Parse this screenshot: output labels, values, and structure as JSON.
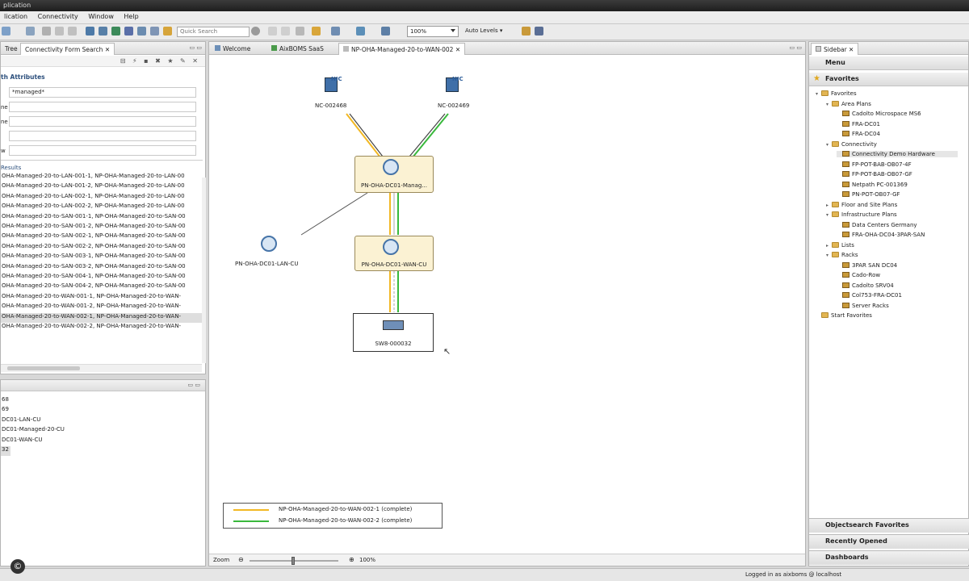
{
  "window": {
    "title": "plication"
  },
  "menu": [
    "lication",
    "Connectivity",
    "Window",
    "Help"
  ],
  "toolbar": {
    "quick_search": "Quick Search",
    "zoom": "100%",
    "auto_levels": "Auto Levels"
  },
  "left_panel": {
    "tabs": [
      "Tree",
      "Connectivity Form Search"
    ],
    "attributes_heading": "th Attributes",
    "field_labels": [
      "ne",
      "ne",
      "w"
    ],
    "fields": [
      "*managed*",
      "",
      "",
      "",
      ""
    ],
    "results_heading": "Results",
    "results": [
      "OHA-Managed-20-to-LAN-001-1, NP-OHA-Managed-20-to-LAN-00",
      "OHA-Managed-20-to-LAN-001-2, NP-OHA-Managed-20-to-LAN-00",
      "OHA-Managed-20-to-LAN-002-1, NP-OHA-Managed-20-to-LAN-00",
      "OHA-Managed-20-to-LAN-002-2, NP-OHA-Managed-20-to-LAN-00",
      "OHA-Managed-20-to-SAN-001-1, NP-OHA-Managed-20-to-SAN-00",
      "OHA-Managed-20-to-SAN-001-2, NP-OHA-Managed-20-to-SAN-00",
      "OHA-Managed-20-to-SAN-002-1, NP-OHA-Managed-20-to-SAN-00",
      "OHA-Managed-20-to-SAN-002-2, NP-OHA-Managed-20-to-SAN-00",
      "OHA-Managed-20-to-SAN-003-1, NP-OHA-Managed-20-to-SAN-00",
      "OHA-Managed-20-to-SAN-003-2, NP-OHA-Managed-20-to-SAN-00",
      "OHA-Managed-20-to-SAN-004-1, NP-OHA-Managed-20-to-SAN-00",
      "OHA-Managed-20-to-SAN-004-2, NP-OHA-Managed-20-to-SAN-00",
      "OHA-Managed-20-to-WAN-001-1, NP-OHA-Managed-20-to-WAN-",
      "OHA-Managed-20-to-WAN-001-2, NP-OHA-Managed-20-to-WAN-",
      "OHA-Managed-20-to-WAN-002-1, NP-OHA-Managed-20-to-WAN-",
      "OHA-Managed-20-to-WAN-002-2, NP-OHA-Managed-20-to-WAN-"
    ],
    "selected_result": 14
  },
  "bottom_left": {
    "items": [
      "68",
      "69",
      "DC01-LAN-CU",
      "DC01-Managed-20-CU",
      "DC01-WAN-CU",
      "32"
    ]
  },
  "editor": {
    "tabs": [
      "Welcome",
      "AixBOMS SaaS",
      "NP-OHA-Managed-20-to-WAN-002"
    ],
    "nodes": {
      "nic1_badge": "NIC",
      "nic1": "NC-002468",
      "nic2_badge": "NIC",
      "nic2": "NC-002469",
      "managed": "PN-OHA-DC01-Manag...",
      "wan": "PN-OHA-DC01-WAN-CU",
      "lan": "PN-OHA-DC01-LAN-CU",
      "switch": "SW8-000032"
    },
    "legend": [
      {
        "label": "NP-OHA-Managed-20-to-WAN-002-1 (complete)",
        "color": "#f2b824"
      },
      {
        "label": "NP-OHA-Managed-20-to-WAN-002-2 (complete)",
        "color": "#39b83c"
      }
    ],
    "zoom_label": "Zoom",
    "zoom_value": "100%",
    "zoom_level": 0.5
  },
  "sidebar": {
    "tab": "Sidebar",
    "menu": "Menu",
    "favorites_heading": "Favorites",
    "tree": [
      {
        "label": "Favorites",
        "level": 0,
        "kind": "folder",
        "tw": "▾"
      },
      {
        "label": "Area Plans",
        "level": 1,
        "kind": "folder",
        "tw": "▾"
      },
      {
        "label": "Cadolto Microspace MS6",
        "level": 2,
        "kind": "leaf",
        "tw": ""
      },
      {
        "label": "FRA-DC01",
        "level": 2,
        "kind": "leaf",
        "tw": ""
      },
      {
        "label": "FRA-DC04",
        "level": 2,
        "kind": "leaf",
        "tw": ""
      },
      {
        "label": "Connectivity",
        "level": 1,
        "kind": "folder",
        "tw": "▾"
      },
      {
        "label": "Connectivity Demo Hardware",
        "level": 2,
        "kind": "leaf",
        "tw": ""
      },
      {
        "label": "FP-POT-BAB-OB07-4F",
        "level": 2,
        "kind": "leaf",
        "tw": ""
      },
      {
        "label": "FP-POT-BAB-OB07-GF",
        "level": 2,
        "kind": "leaf",
        "tw": ""
      },
      {
        "label": "Netpath PC-001369",
        "level": 2,
        "kind": "leaf",
        "tw": ""
      },
      {
        "label": "PN-POT-OB07-GF",
        "level": 2,
        "kind": "leaf",
        "tw": ""
      },
      {
        "label": "Floor and Site Plans",
        "level": 1,
        "kind": "folder",
        "tw": "▸"
      },
      {
        "label": "Infrastructure Plans",
        "level": 1,
        "kind": "folder",
        "tw": "▾"
      },
      {
        "label": "Data Centers Germany",
        "level": 2,
        "kind": "leaf",
        "tw": ""
      },
      {
        "label": "FRA-OHA-DC04-3PAR-SAN",
        "level": 2,
        "kind": "leaf",
        "tw": ""
      },
      {
        "label": "Lists",
        "level": 1,
        "kind": "folder",
        "tw": "▸"
      },
      {
        "label": "Racks",
        "level": 1,
        "kind": "folder",
        "tw": "▾"
      },
      {
        "label": "3PAR SAN DC04",
        "level": 2,
        "kind": "leaf",
        "tw": ""
      },
      {
        "label": "Cado-Row",
        "level": 2,
        "kind": "leaf",
        "tw": ""
      },
      {
        "label": "Cadolto SRV04",
        "level": 2,
        "kind": "leaf",
        "tw": ""
      },
      {
        "label": "Col753-FRA-DC01",
        "level": 2,
        "kind": "leaf",
        "tw": ""
      },
      {
        "label": "Server Racks",
        "level": 2,
        "kind": "leaf",
        "tw": ""
      },
      {
        "label": "Start Favorites",
        "level": 0,
        "kind": "folder",
        "tw": ""
      }
    ],
    "selected_index": 6,
    "sections": [
      "Objectsearch Favorites",
      "Recently Opened",
      "Dashboards"
    ]
  },
  "status": {
    "login": "Logged in as aixboms @ localhost"
  },
  "colors": {
    "yellow_path": "#f2b824",
    "green_path": "#39b83c",
    "node_fill": "#fbf2d3"
  }
}
